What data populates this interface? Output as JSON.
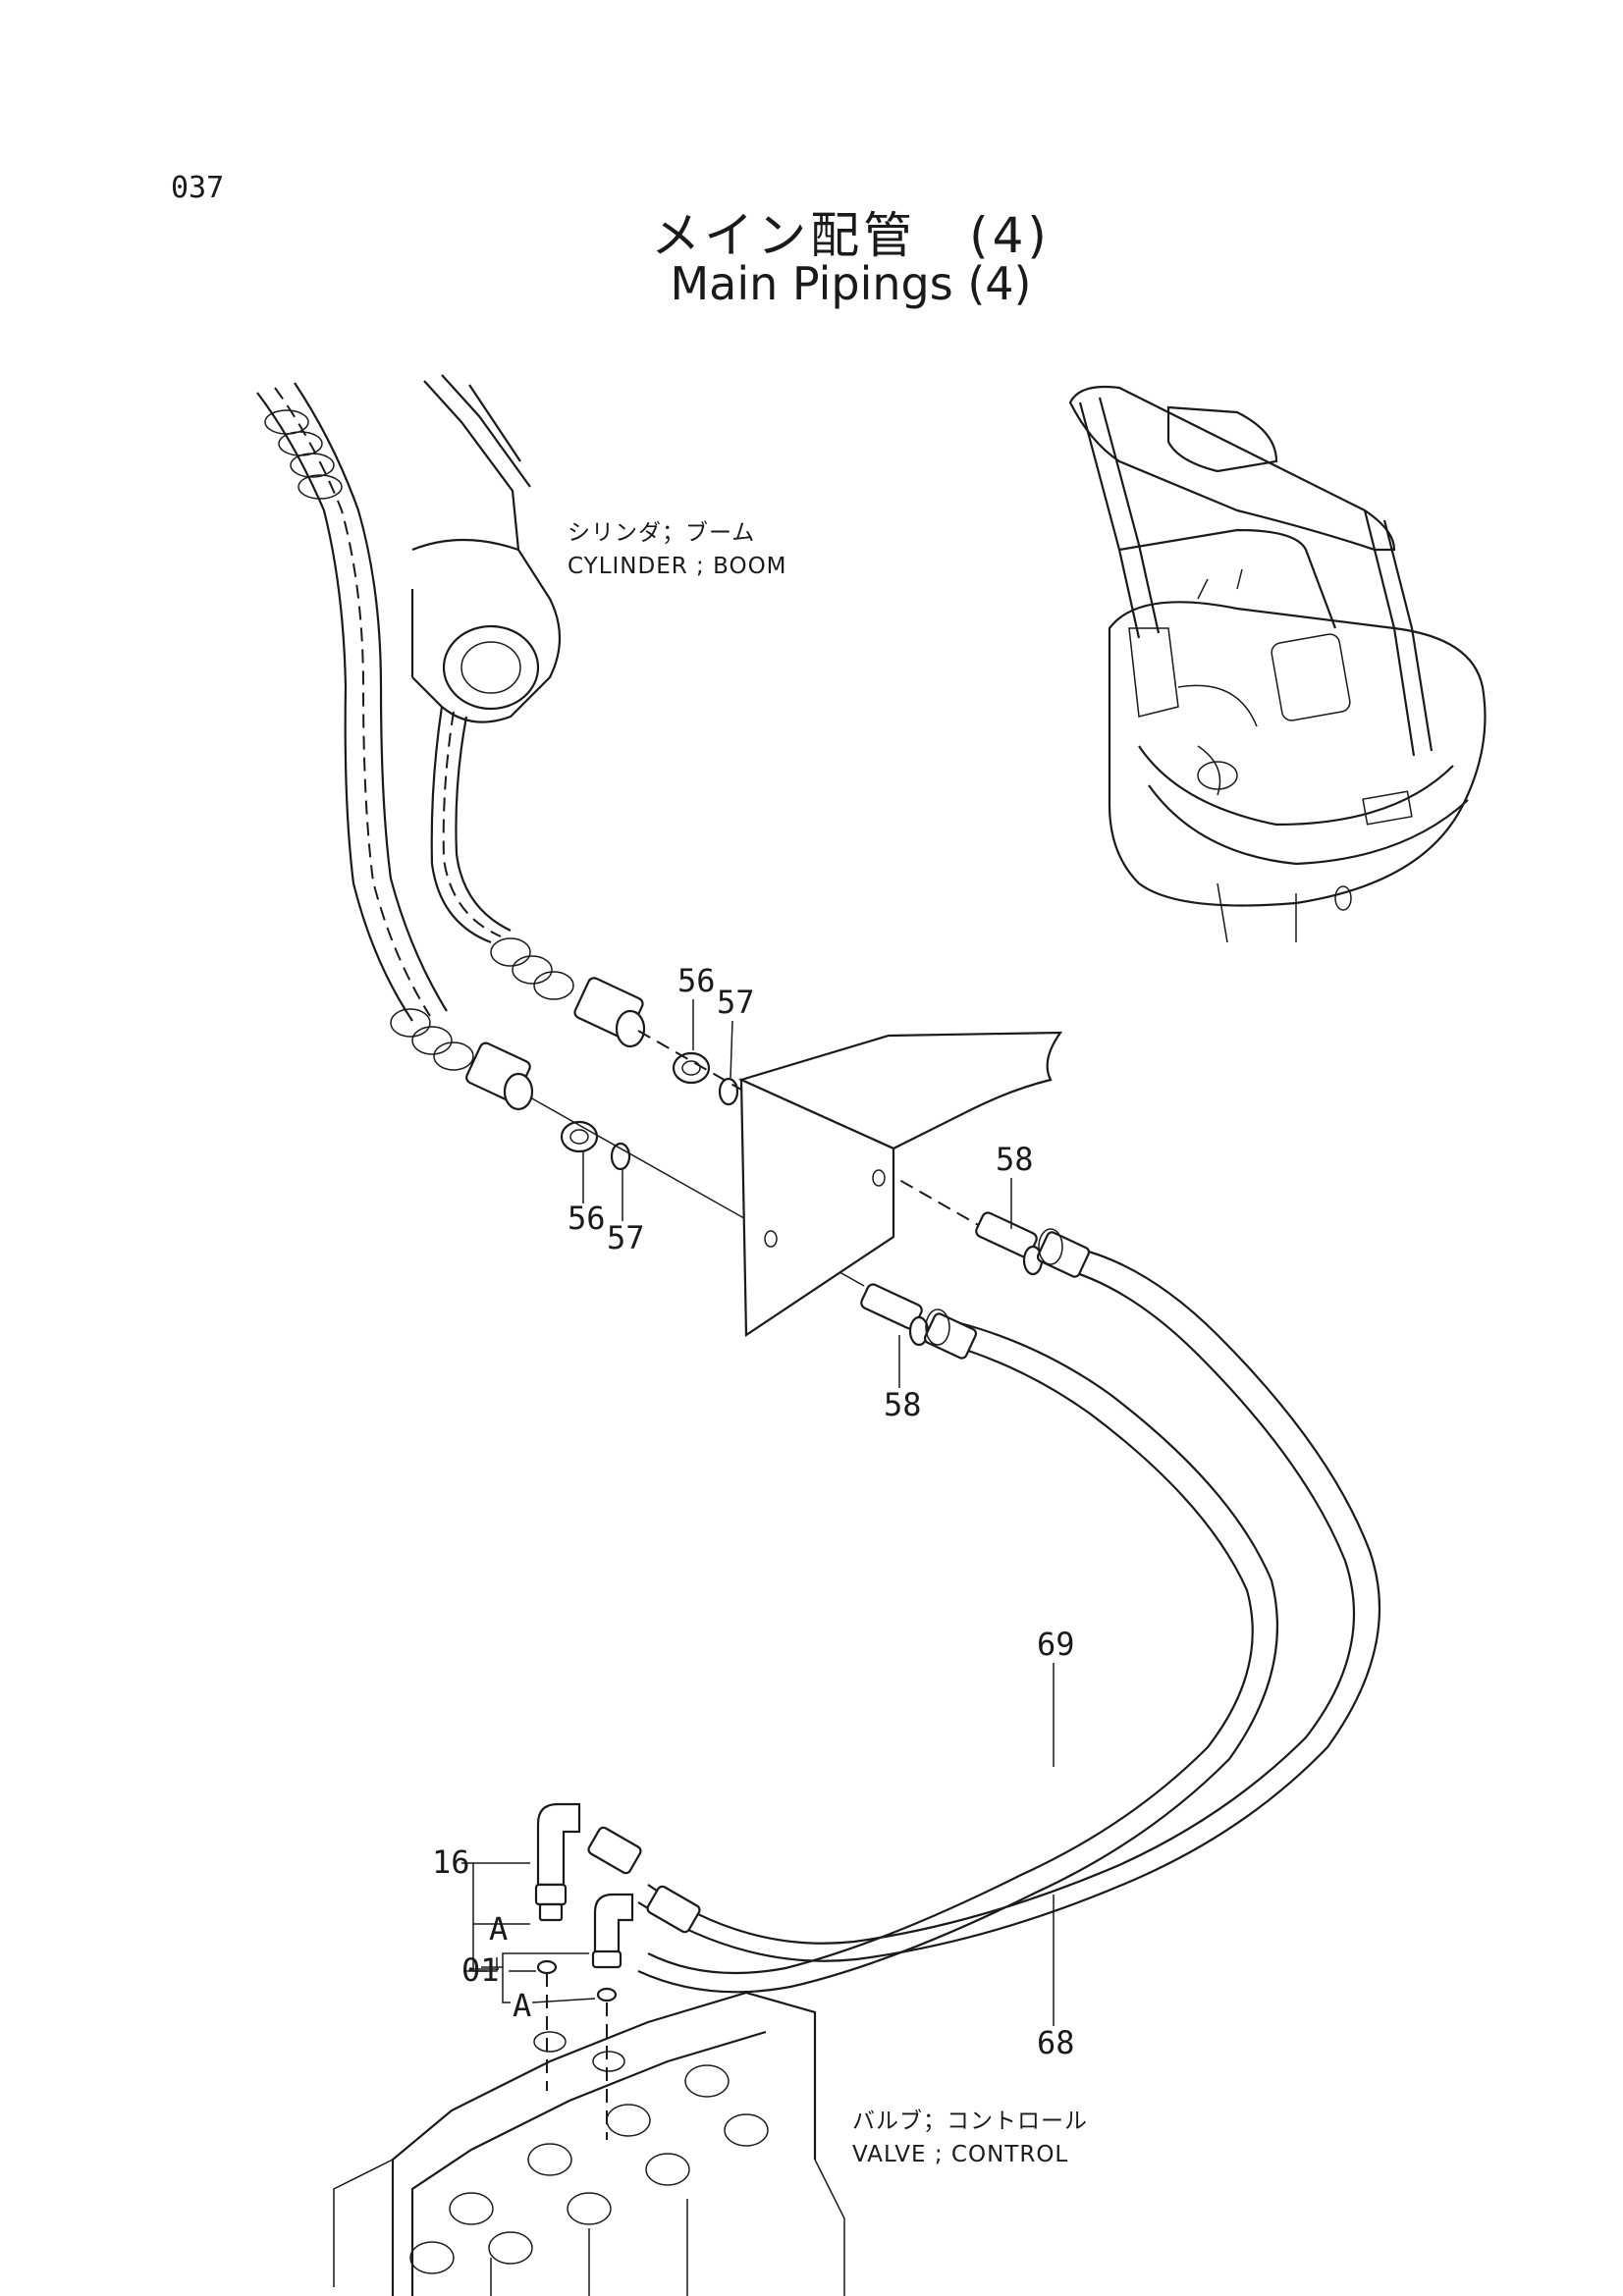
{
  "page_number": "037",
  "title_jp": "メイン配管　(4)",
  "title_en": "Main Pipings (4)",
  "captions": {
    "cylinder_jp": "シリンダ；ブーム",
    "cylinder_en": "CYLINDER ; BOOM",
    "valve_jp": "バルブ；コントロール",
    "valve_en": "VALVE ; CONTROL"
  },
  "part_labels": {
    "p56_upper": "56",
    "p57_upper": "57",
    "p56_lower": "56",
    "p57_lower": "57",
    "p58_upper": "58",
    "p58_lower": "58",
    "p69": "69",
    "p68": "68",
    "p16": "16",
    "p01": "01",
    "a_upper": "A",
    "a_lower": "A"
  }
}
